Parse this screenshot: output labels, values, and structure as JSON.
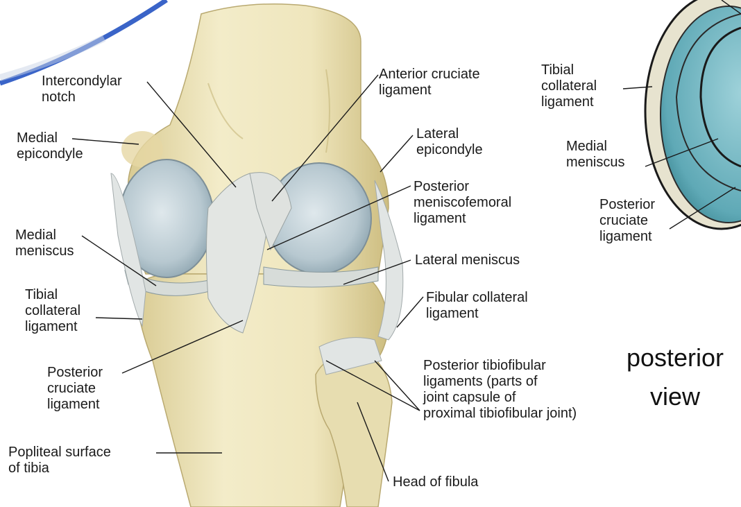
{
  "figure": {
    "view_label": [
      "posterior",
      "view"
    ]
  },
  "labels": {
    "intercondylar_notch": "Intercondylar\nnotch",
    "medial_epicondyle": "Medial\nepicondyle",
    "medial_meniscus": "Medial\nmeniscus",
    "tibial_collateral": "Tibial\ncollateral\nligament",
    "posterior_cruciate": "Posterior\ncruciate\nligament",
    "popliteal_surface": "Popliteal surface\nof tibia",
    "anterior_cruciate": "Anterior cruciate\nligament",
    "lateral_epicondyle": "Lateral\nepicondyle",
    "post_meniscofemoral": "Posterior\nmeniscofemoral\nligament",
    "lateral_meniscus": "Lateral meniscus",
    "fibular_collateral": "Fibular collateral\nligament",
    "post_tibiofibular": "Posterior tibiofibular\nligaments (parts of\njoint capsule of\nproximal tibiofibular joint)",
    "head_of_fibula": "Head of fibula",
    "inset_tibial_collateral": "Tibial\ncollateral\nligament",
    "inset_medial_meniscus": "Medial\nmeniscus",
    "inset_posterior_cruciate": "Posterior\ncruciate\nligament"
  },
  "colors": {
    "bone": "#efe6bd",
    "bone_shade": "#d8c98f",
    "cartilage": "#b9c9d1",
    "ligament": "#dfe3e0",
    "inset_fill": "#6fb4c0",
    "arc_blue": "#3a64c8",
    "leader": "#1a1a1a"
  }
}
